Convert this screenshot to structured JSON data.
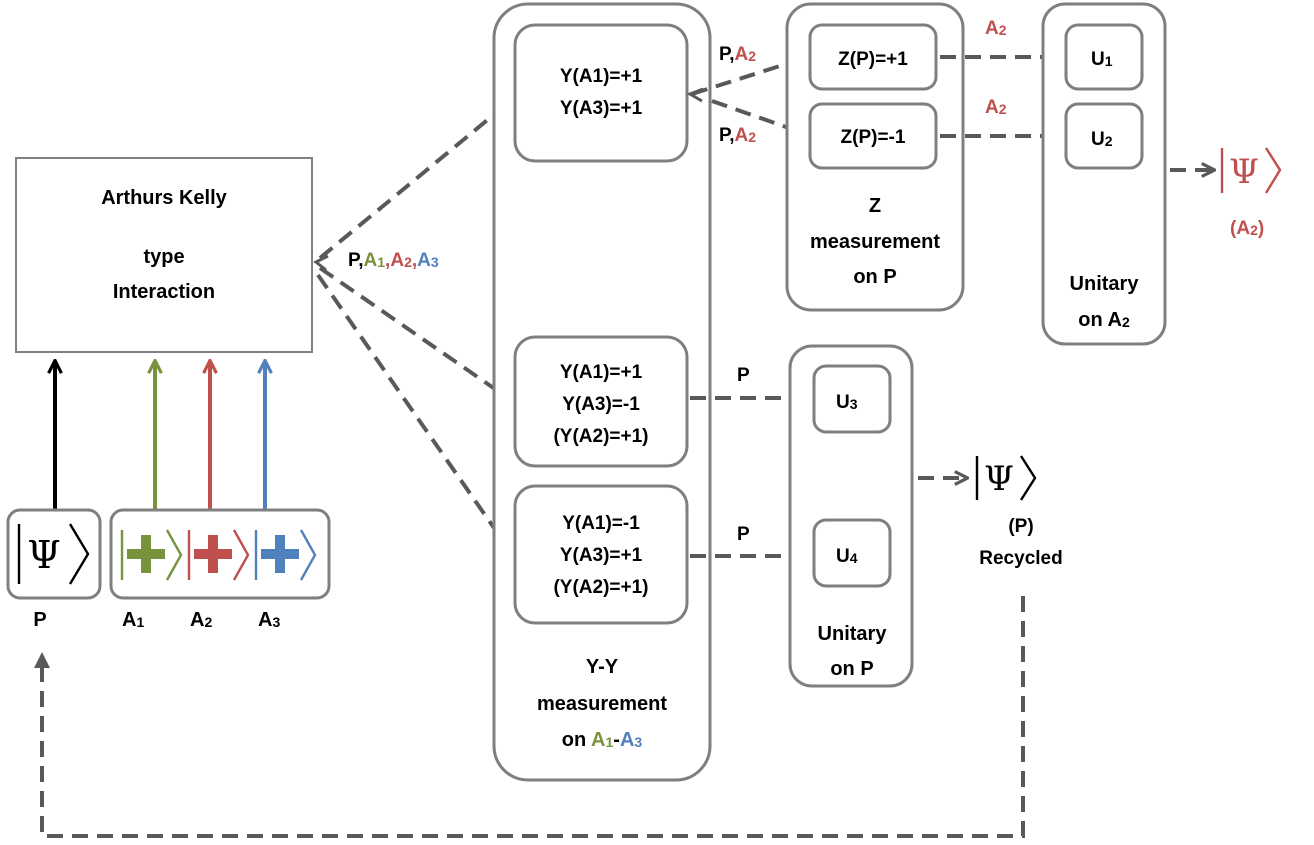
{
  "colors": {
    "a1": "#77933c",
    "a2": "#c0504d",
    "a3": "#4f81bd",
    "black": "#000000",
    "arrow_gray": "#595959",
    "box_border": "#7f7f7f"
  },
  "interaction": {
    "line1": "Arthurs Kelly",
    "line2": "type",
    "line3": "Interaction"
  },
  "inputs": {
    "psi_symbol": "Ψ",
    "p_label": "P",
    "a1_label": "A",
    "a1_sub": "1",
    "a2_label": "A",
    "a2_sub": "2",
    "a3_label": "A",
    "a3_sub": "3"
  },
  "interaction_arrow_label": {
    "p": "P,",
    "a1": "A",
    "a1_sub": "1",
    "c1": ",",
    "a2": "A",
    "a2_sub": "2",
    "c2": ",",
    "a3": "A",
    "a3_sub": "3"
  },
  "yy_outcomes": [
    {
      "lines": [
        "Y(A1)=+1",
        "Y(A3)=+1"
      ]
    },
    {
      "lines": [
        "Y(A1)=+1",
        "Y(A3)=-1",
        "(Y(A2)=+1)"
      ]
    },
    {
      "lines": [
        "Y(A1)=-1",
        "Y(A3)=+1",
        "(Y(A2)=+1)"
      ]
    }
  ],
  "yy_caption": {
    "line1": "Y-Y",
    "line2": "measurement",
    "line3_prefix": "on ",
    "a1": "A",
    "a1_sub": "1",
    "dash": "-",
    "a3": "A",
    "a3_sub": "3"
  },
  "z_edges": {
    "top": {
      "p": "P,",
      "a": "A",
      "a_sub": "2"
    },
    "bottom": {
      "p": "P,",
      "a": "A",
      "a_sub": "2"
    }
  },
  "z_outcomes": [
    "Z(P)=+1",
    "Z(P)=-1"
  ],
  "z_caption": {
    "line1": "Z",
    "line2": "measurement",
    "line3": "on P"
  },
  "a2_edge_label": {
    "a": "A",
    "a_sub": "2"
  },
  "unitaries_a2": [
    {
      "u": "U",
      "sub": "1"
    },
    {
      "u": "U",
      "sub": "2"
    }
  ],
  "unitary_a2_caption": {
    "line1": "Unitary",
    "line2": "on A",
    "line2_sub": "2"
  },
  "output_a2": {
    "label": "(A",
    "label_sub": "2",
    "label_close": ")"
  },
  "p_edge_label": "P",
  "unitaries_p": [
    {
      "u": "U",
      "sub": "3"
    },
    {
      "u": "U",
      "sub": "4"
    }
  ],
  "unitary_p_caption": {
    "line1": "Unitary",
    "line2": "on P"
  },
  "output_p": {
    "line1": "(P)",
    "line2": "Recycled"
  }
}
